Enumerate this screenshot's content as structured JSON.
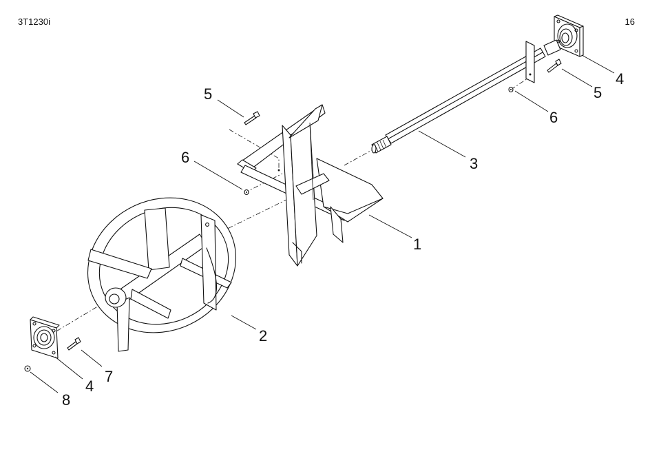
{
  "header": {
    "doc_code": "3T1230i",
    "page_number": "16"
  },
  "callouts": {
    "c1": "1",
    "c2": "2",
    "c3": "3",
    "c4a": "4",
    "c4b": "4",
    "c5a": "5",
    "c5b": "5",
    "c6a": "6",
    "c6b": "6",
    "c7": "7",
    "c8": "8"
  }
}
